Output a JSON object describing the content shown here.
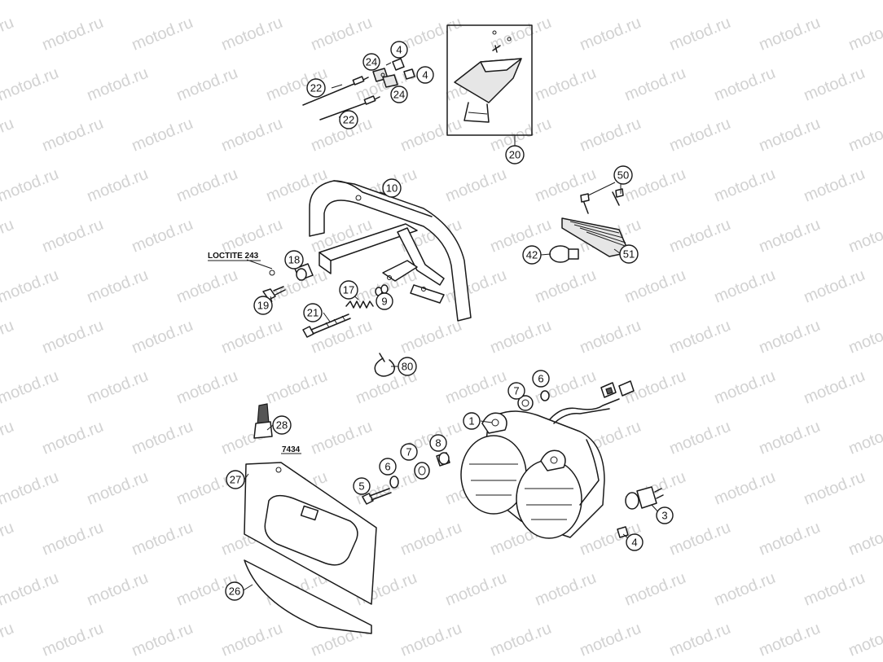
{
  "watermark": {
    "text": "motod.ru"
  },
  "callouts": {
    "c1": "1",
    "c3": "3",
    "c4a": "4",
    "c4b": "4",
    "c4c": "4",
    "c5": "5",
    "c6a": "6",
    "c6b": "6",
    "c7a": "7",
    "c7b": "7",
    "c8": "8",
    "c9": "9",
    "c10": "10",
    "c17": "17",
    "c18": "18",
    "c19": "19",
    "c20": "20",
    "c21": "21",
    "c22a": "22",
    "c22b": "22",
    "c24a": "24",
    "c24b": "24",
    "c26": "26",
    "c27": "27",
    "c28": "28",
    "c42": "42",
    "c50": "50",
    "c51": "51",
    "c80": "80"
  },
  "notes": {
    "loctite": "LOCTITE 243",
    "code7434": "7434"
  }
}
